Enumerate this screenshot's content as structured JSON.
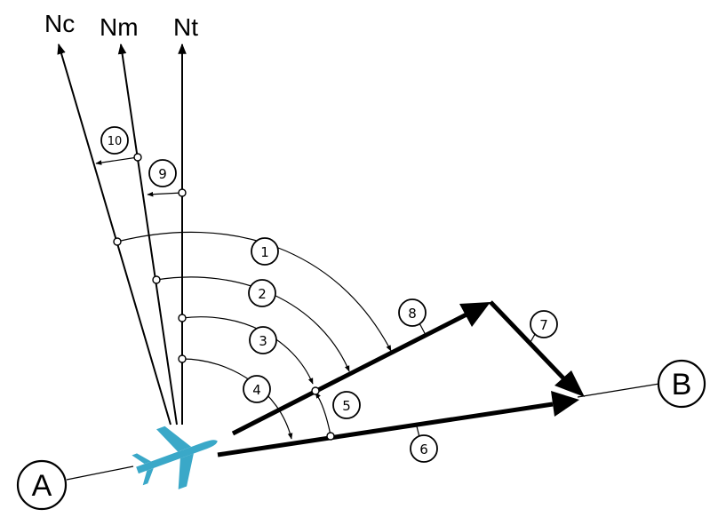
{
  "north_labels": {
    "compass": "Nc",
    "magnetic": "Nm",
    "true": "Nt"
  },
  "points": {
    "start": "A",
    "end": "B"
  },
  "angle_labels": {
    "a1": "1",
    "a2": "2",
    "a3": "3",
    "a4": "4",
    "a5": "5",
    "a9": "9",
    "a10": "10"
  },
  "vector_labels": {
    "v6": "6",
    "v7": "7",
    "v8": "8"
  },
  "colors": {
    "aircraft": "#3aa8c8",
    "ink": "#000000",
    "background": "#ffffff"
  },
  "icons": {
    "aircraft": "airplane-icon"
  }
}
